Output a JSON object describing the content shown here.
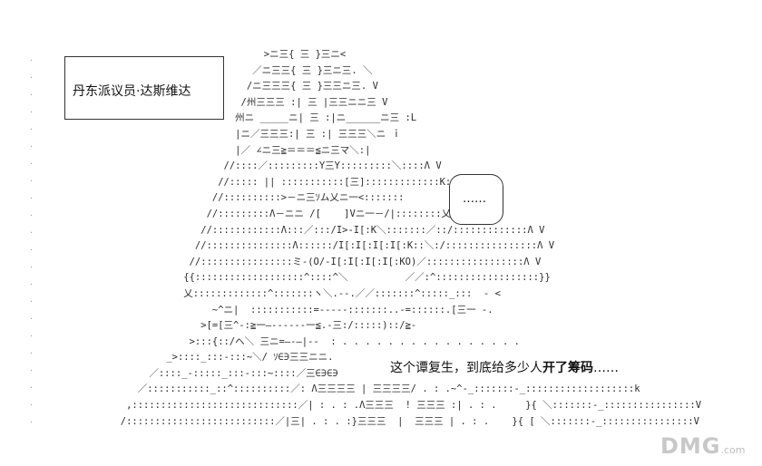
{
  "name_box": {
    "label": "丹东派议员·达斯维达"
  },
  "speech_bubble": {
    "text": "……"
  },
  "caption": {
    "text": "这个谭复生，到底给多少人",
    "emphasis": "开了筹码",
    "trailing": "……"
  },
  "watermark": {
    "brand": "DMG",
    "domain": ".com"
  },
  "ascii_art": [
    "                                              >ニ三{ 三 }三ニ<",
    "                                            ／ニ三三{ 三 }三ニ三. ＼",
    "                                           /ニ三三三{ 三 }三三ニ三. V",
    "                                          /州三三三 :| 三 |三三ニニ三 V",
    "                                         州ニ _____ニ| 三 :|ニ______ニ三 :L",
    "                                         |ニ／三三三:| 三 :| 三三三＼ニ ｉ",
    "                                         |／ ∠ニ三≧＝＝＝≦ニ三マ＼:|",
    "                                       //::::／:::::::::Y三Y:::::::::＼::::Λ V",
    "                                      //::::: || :::::::::::[三]:::::::::::::K:::",
    "                                     //::::::::::>－ニ三ｿム乂ニ一<:::::::",
    "                                    //:::::::::Λ－ニニ /[    ]Vニ一－/|::::::::乂",
    "                                   //::::::::::::Λ:::／:::/I>-I[:K＼:::::::／::/:::::::::::::Λ V",
    "                                  //:::::::::::::::Λ::::::/I[:I[:I[:I[:K::＼:/::::::::::::::::Λ V",
    "                                 //::::::::::::::::ミ-(O/-I[:I[:I[:I[:KO)／:::::::::::::::::Λ V",
    "                                {{:::::::::::::::::::^::::^＼          ／／:^::::::::::::::::::}}",
    "                                乂:::::::::::::^:::::::ヽ＼.--.／／:::::::^:::::_:::  - <",
    "                                     ~^ニ|  :::::::::::=-----:::::::..-=::::::.[三一 -.",
    "                                   >[=[三^-:≧一―------一≦.-三:/:::::)::/≧-",
    "                                 >:::{::/ヘ＼ 三ニ=―-―|--  : . . . . . . . . . . . . . . . .",
    "                             _>::::_:::-:::~＼/ ｿ∈∋三三ニニ.",
    "                          ／::::_-:::::_:::-:::~::::／三∈∋∈∋",
    "                        ／:::::::::::_::^::::::::::／: Λ三三三三 | 三三三三/ . : .~^-_:::::::-_:::::::::::::::::::k",
    "                      ,:::::::::::::::::::::::::::::／| : . : .Λ三三三  ! 三三三 :| . : .     }{ ＼:::::::-_::::::::::::::::V",
    "                     /::::::::::::::::::::::::::／|三| . : . :}三三三  |  三三三 | . : .    }{ [ ＼:::::::-_::::::::::::::::V"
  ]
}
